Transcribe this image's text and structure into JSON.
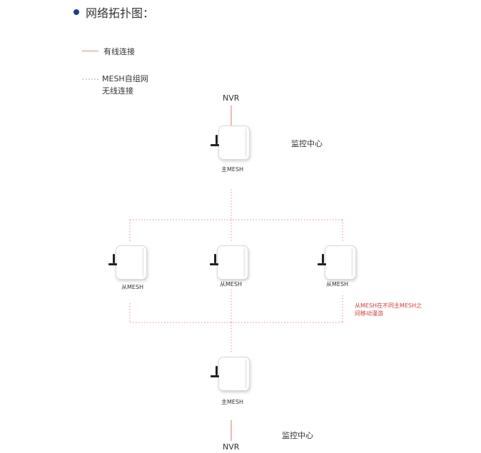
{
  "title": "网络拓扑图：",
  "legend": {
    "wired": "有线连接",
    "mesh_line1": "MESH自组网",
    "mesh_line2": "无线连接"
  },
  "top": {
    "nvr": "NVR",
    "center": "监控中心",
    "node": "主MESH"
  },
  "middle": {
    "left": "从MESH",
    "center": "从MESH",
    "right": "从MESH"
  },
  "roam_note": {
    "line1": "从MESH在不同主MESH之",
    "line2": "间移动漫游"
  },
  "bottom": {
    "node": "主MESH",
    "center": "监控中心",
    "nvr": "NVR"
  },
  "colors": {
    "wired": "#e58a8a",
    "mesh": "#e8a3a3",
    "accent": "#1f3e8c",
    "note": "#d23c3c"
  }
}
